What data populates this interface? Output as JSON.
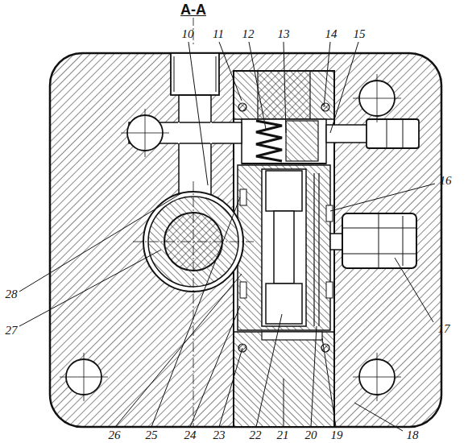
{
  "diagram": {
    "title": "A-A",
    "labels": [
      "10",
      "11",
      "12",
      "13",
      "14",
      "15",
      "16",
      "17",
      "18",
      "19",
      "20",
      "21",
      "22",
      "23",
      "24",
      "25",
      "26",
      "27",
      "28"
    ]
  }
}
